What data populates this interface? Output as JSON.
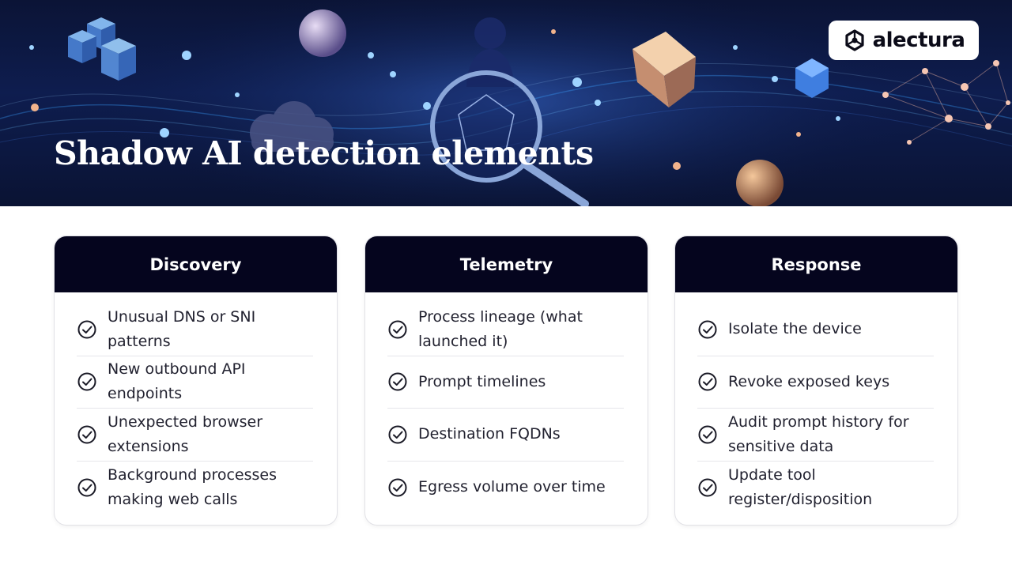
{
  "hero": {
    "title": "Shadow AI detection elements",
    "logo_text": "alectura",
    "logo_icon": "hexagon-network-icon"
  },
  "colors": {
    "header_bg": "#05051e",
    "hero_bg": "#0e1d4f",
    "text": "#222230"
  },
  "cards": [
    {
      "title": "Discovery",
      "items": [
        "Unusual DNS or SNI patterns",
        "New outbound API endpoints",
        "Unexpected browser extensions",
        "Background processes making web calls"
      ]
    },
    {
      "title": "Telemetry",
      "items": [
        "Process lineage (what launched it)",
        "Prompt timelines",
        "Destination FQDNs",
        "Egress volume over time"
      ]
    },
    {
      "title": "Response",
      "items": [
        "Isolate the device",
        "Revoke exposed keys",
        "Audit prompt history for sensitive data",
        "Update tool register/disposition"
      ]
    }
  ],
  "item_icon": "check-circle-icon"
}
